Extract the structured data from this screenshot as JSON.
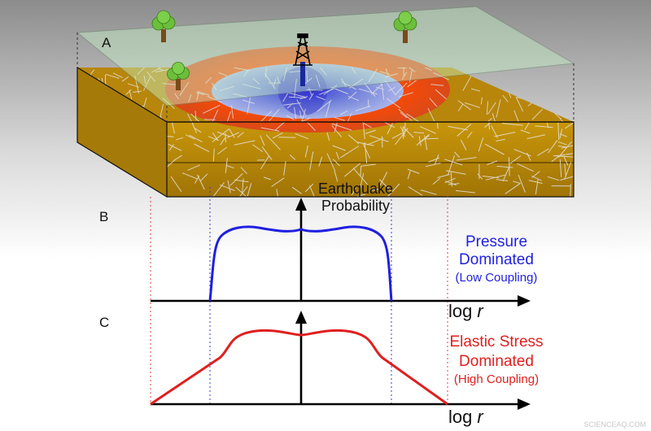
{
  "panels": {
    "a_label": "A",
    "b_label": "B",
    "c_label": "C"
  },
  "axis": {
    "y_label_line1": "Earthquake",
    "y_label_line2": "Probability",
    "x_label_b_log": "log",
    "x_label_b_var": "r",
    "x_label_c_log": "log",
    "x_label_c_var": "r"
  },
  "curves": {
    "pressure": {
      "line1": "Pressure",
      "line2": "Dominated",
      "line3": "(Low Coupling)",
      "color": "#1f1fe0"
    },
    "elastic": {
      "line1": "Elastic Stress",
      "line2": "Dominated",
      "line3": "(High Coupling)",
      "color": "#e01f1f"
    }
  },
  "watermark": "SCIENCEAQ.COM",
  "colors": {
    "surface_plane": "#bfe0bf",
    "rock_layer": "#b8860b",
    "stress_zone": "#ff4500",
    "pressure_zone": "#7d8ed8"
  },
  "icons": [
    "tree-icon",
    "tree-icon",
    "tree-icon",
    "oil-derrick-icon"
  ]
}
